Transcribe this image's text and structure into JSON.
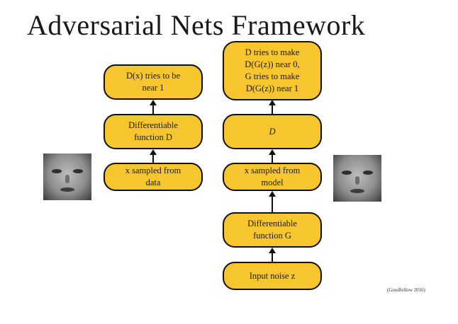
{
  "title": "Adversarial Nets Framework",
  "left": {
    "top": {
      "l1": "D(x) tries to be",
      "l2": "near 1"
    },
    "mid": {
      "l1": "Differentiable",
      "l2": "function D"
    },
    "bottom": {
      "l1": "x sampled from",
      "l2": "data"
    }
  },
  "right": {
    "top": {
      "l1": "D tries to make",
      "l2": "D(G(z)) near 0,",
      "l3": "G tries to make",
      "l4": "D(G(z)) near 1"
    },
    "d": {
      "label": "D"
    },
    "sample": {
      "l1": "x sampled from",
      "l2": "model"
    },
    "gen": {
      "l1": "Differentiable",
      "l2": "function G"
    },
    "noise": {
      "label": "Input noise z"
    }
  },
  "citation": "(Goodfellow 2016)",
  "colors": {
    "node_fill": "#f7c62f",
    "node_border": "#111111"
  }
}
